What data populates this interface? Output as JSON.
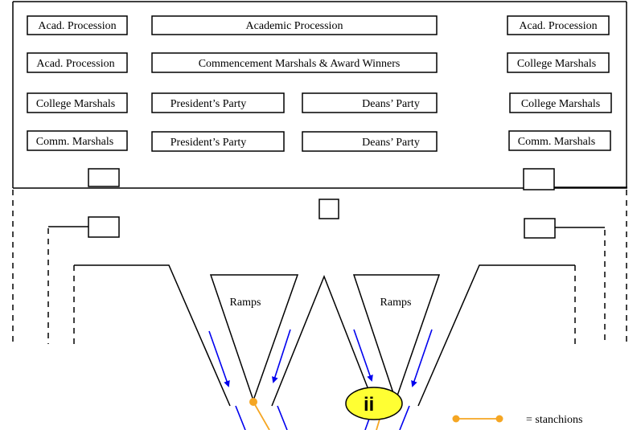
{
  "stage": {
    "row1": {
      "left": "Acad. Procession",
      "center": "Academic Procession",
      "right": "Acad. Procession"
    },
    "row2": {
      "left": "Acad. Procession",
      "center": "Commencement Marshals & Award Winners",
      "right": "College Marshals"
    },
    "row3": {
      "left": "College Marshals",
      "president": "President’s Party",
      "deans": "Deans’ Party",
      "right": "College Marshals"
    },
    "row4": {
      "left": "Comm. Marshals",
      "president": "President’s Party",
      "deans": "Deans’ Party",
      "right": "Comm. Marshals"
    }
  },
  "ramps": {
    "left_label": "Ramps",
    "right_label": "Ramps"
  },
  "marker": {
    "label": "ii",
    "fill": "#ffff33"
  },
  "legend": {
    "label": "= stanchions"
  },
  "colors": {
    "stanchion": "#f5a623",
    "flow_arrow": "#0000ee",
    "line": "#000000"
  }
}
